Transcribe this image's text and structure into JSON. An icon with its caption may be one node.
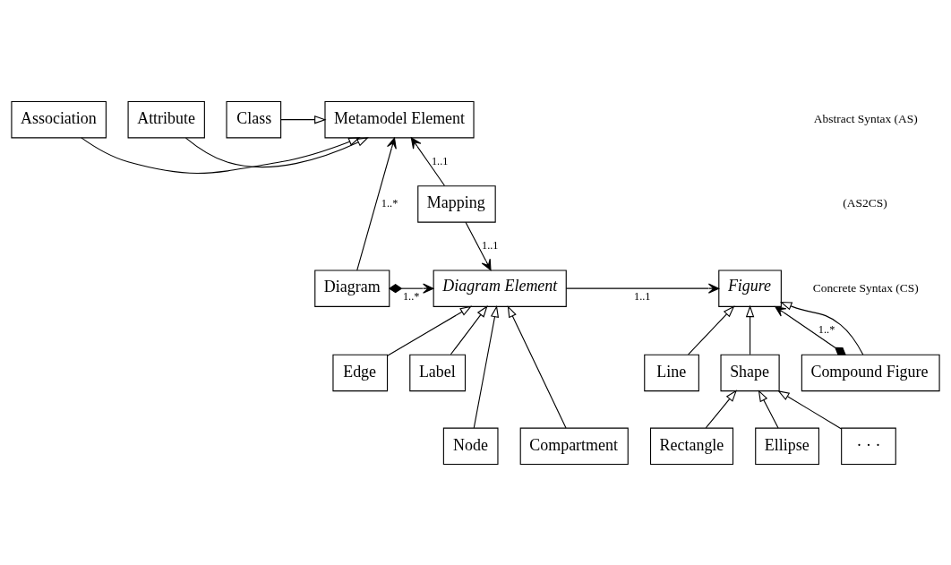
{
  "diagram": {
    "nodes": [
      {
        "text": [
          "Metamodel Element"
        ]
      },
      {
        "text": [
          "Class"
        ]
      },
      {
        "text": [
          "Association"
        ]
      },
      {
        "text": [
          "Attribute"
        ]
      },
      {
        "text": [
          "Mapping"
        ]
      },
      {
        "text": [
          "Diagram"
        ]
      },
      {
        "text": [
          "Diagram Element"
        ]
      },
      {
        "text": [
          "Figure"
        ]
      },
      {
        "text": [
          "Edge"
        ]
      },
      {
        "text": [
          "Label"
        ]
      },
      {
        "text": [
          "Line"
        ]
      },
      {
        "text": [
          "Shape"
        ]
      },
      {
        "text": [
          "Compound Figure"
        ]
      },
      {
        "text": [
          "Node"
        ]
      },
      {
        "text": [
          "Compartment"
        ]
      },
      {
        "text": [
          "Rectangle"
        ]
      },
      {
        "text": [
          "Ellipse"
        ]
      },
      {
        "text": [
          "· · ·"
        ]
      }
    ],
    "edges": [
      {
        "from": 1,
        "to": 0,
        "arrow": "to"
      },
      {
        "from": 2,
        "to": 0,
        "arrow": "to"
      },
      {
        "from": 3,
        "to": 0,
        "arrow": "to"
      },
      {
        "from": 5,
        "to": 0,
        "arrow": "to",
        "label": "1..*"
      },
      {
        "from": 4,
        "to": 0,
        "arrow": "to",
        "label": "1..1"
      },
      {
        "from": 4,
        "to": 6,
        "arrow": "to",
        "label": "1..1"
      },
      {
        "from": 5,
        "to": 6,
        "arrow": "to",
        "label": "1..*"
      },
      {
        "from": 6,
        "to": 7,
        "arrow": "to",
        "label": "1..1"
      },
      {
        "from": 12,
        "to": 7,
        "arrow": "to",
        "label": "1..*"
      },
      {
        "from": 8,
        "to": 6,
        "arrow": "to"
      },
      {
        "from": 9,
        "to": 6,
        "arrow": "to"
      },
      {
        "from": 13,
        "to": 6,
        "arrow": "to"
      },
      {
        "from": 14,
        "to": 6,
        "arrow": "to"
      },
      {
        "from": 10,
        "to": 7,
        "arrow": "to"
      },
      {
        "from": 11,
        "to": 7,
        "arrow": "to"
      },
      {
        "from": 12,
        "to": 7,
        "arrow": "to"
      },
      {
        "from": 15,
        "to": 11,
        "arrow": "to"
      },
      {
        "from": 16,
        "to": 11,
        "arrow": "to"
      },
      {
        "from": 17,
        "to": 11,
        "arrow": "to"
      }
    ],
    "labels": [
      "Abstract Syntax (AS)",
      "(AS2CS)",
      "Concrete Syntax (CS)"
    ]
  }
}
